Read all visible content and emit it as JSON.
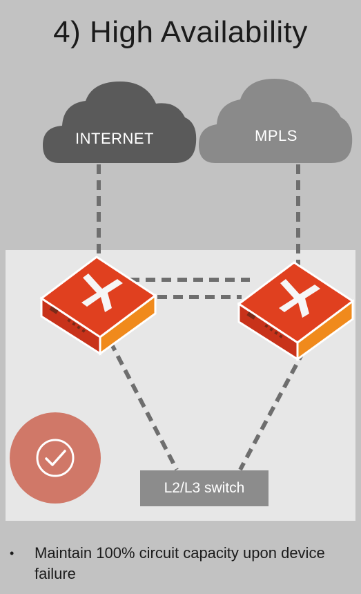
{
  "title": "4) High Availability",
  "clouds": {
    "internet_label": "INTERNET",
    "mpls_label": "MPLS"
  },
  "switch_label": "L2/L3 switch",
  "bullets": [
    "Maintain 100% circuit capacity upon device failure"
  ],
  "colors": {
    "background": "#c2c2c2",
    "panel": "#e7e7e7",
    "internet_cloud": "#5a5a5a",
    "mpls_cloud": "#8a8a8a",
    "link_dash": "#6e6e6e",
    "appliance_red": "#e0401f",
    "appliance_orange": "#f08a1c",
    "switch": "#8c8c8c",
    "check_badge": "#d07868"
  },
  "icons": {
    "appliances": "sd-wan-appliance-icon",
    "badge": "check-icon"
  }
}
